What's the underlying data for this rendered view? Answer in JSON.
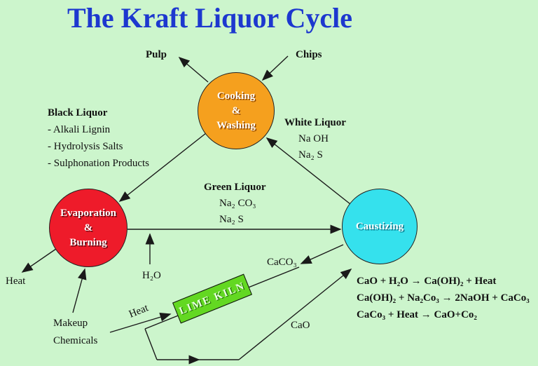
{
  "title": "The Kraft Liquor Cycle",
  "colors": {
    "background": "#ccf5cc",
    "title_blue": "#1d38cf",
    "cooking_orange": "#f5a01e",
    "evaporation_red": "#ee1b2a",
    "caustizing_cyan": "#35e1ed",
    "kiln_green": "#63d822"
  },
  "nodes": {
    "cooking": {
      "lines": [
        "Cooking",
        "&",
        "Washing"
      ],
      "color": "#f5a01e"
    },
    "evaporation": {
      "lines": [
        "Evaporation",
        "&",
        "Burning"
      ],
      "color": "#ee1b2a"
    },
    "caustizing": {
      "label": "Caustizing",
      "color": "#35e1ed"
    },
    "lime_kiln": {
      "label": "LIME KILN",
      "color": "#63d822"
    }
  },
  "labels": {
    "pulp": "Pulp",
    "chips": "Chips",
    "black_liquor": {
      "title": "Black Liquor",
      "items": [
        "- Alkali Lignin",
        "- Hydrolysis Salts",
        "- Sulphonation Products"
      ]
    },
    "white_liquor": {
      "title": "White Liquor",
      "items": [
        "Na OH",
        "Na₂ S"
      ]
    },
    "green_liquor": {
      "title": "Green Liquor",
      "items": [
        "Na₂ CO₃",
        "Na₂ S"
      ]
    },
    "heat_out": "Heat",
    "h2o": "H₂O",
    "makeup": {
      "line1": "Makeup",
      "line2": "Chemicals"
    },
    "heat_kiln": "Heat",
    "caco3": "CaCO₃",
    "cao": "CaO"
  },
  "equations": [
    "CaO + H₂O → Ca(OH)₂ + Heat",
    "Ca(OH)₂ + Na₂Co₃ → 2NaOH + CaCo₃",
    "CaCo₃ + Heat → CaO+Co₂"
  ]
}
